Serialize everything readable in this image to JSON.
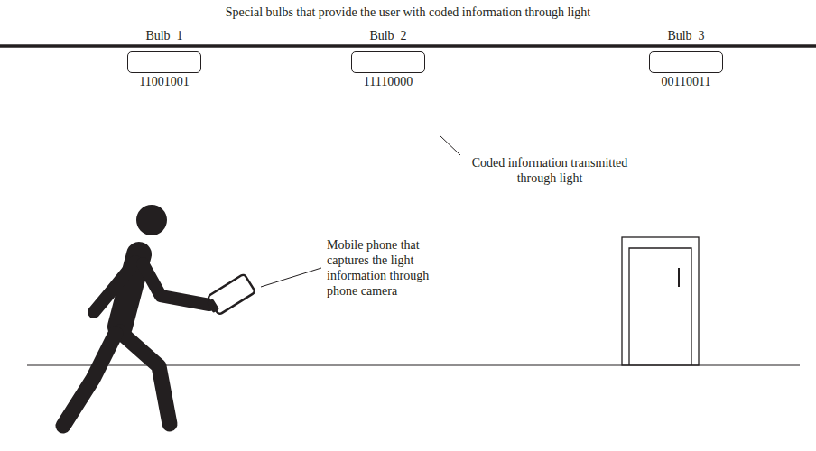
{
  "diagram": {
    "title": "Special bulbs that provide the user with coded information through light",
    "nodes": [
      {
        "text": [
          "Bulb_1",
          "11001001"
        ]
      },
      {
        "text": [
          "Bulb_2",
          "11110000"
        ]
      },
      {
        "text": [
          "Bulb_3",
          "00110011"
        ]
      }
    ],
    "labels": [
      "Coded information transmitted through light",
      "Mobile phone that captures the light information through phone camera"
    ]
  }
}
